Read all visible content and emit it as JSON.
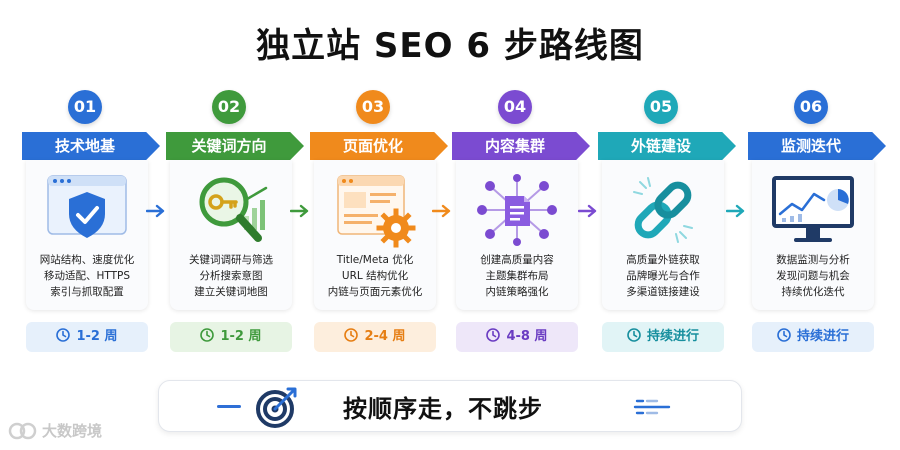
{
  "title": "独立站 SEO 6 步路线图",
  "steps": [
    {
      "num": "01",
      "name": "技术地基",
      "color": "#2a6fd6",
      "lines": [
        "网站结构、速度优化",
        "移动适配、HTTPS",
        "索引与抓取配置"
      ],
      "duration": "1-2 周",
      "dur_bg": "#e6f0fb",
      "dur_color": "#2a6fd6",
      "icon": "shield-check-icon"
    },
    {
      "num": "02",
      "name": "关键词方向",
      "color": "#3f9a3c",
      "lines": [
        "关键词调研与筛选",
        "分析搜索意图",
        "建立关键词地图"
      ],
      "duration": "1-2 周",
      "dur_bg": "#e7f4e4",
      "dur_color": "#3f9a3c",
      "icon": "key-magnifier-icon"
    },
    {
      "num": "03",
      "name": "页面优化",
      "color": "#f08a1c",
      "lines": [
        "Title/Meta 优化",
        "URL 结构优化",
        "内链与页面元素优化"
      ],
      "duration": "2-4 周",
      "dur_bg": "#fdeedd",
      "dur_color": "#e67e13",
      "icon": "page-gear-icon"
    },
    {
      "num": "04",
      "name": "内容集群",
      "color": "#7b4bd1",
      "lines": [
        "创建高质量内容",
        "主题集群布局",
        "内链策略强化"
      ],
      "duration": "4-8 周",
      "dur_bg": "#eee7f9",
      "dur_color": "#6a3cc2",
      "icon": "content-cluster-icon"
    },
    {
      "num": "05",
      "name": "外链建设",
      "color": "#1fa8b8",
      "lines": [
        "高质量外链获取",
        "品牌曝光与合作",
        "多渠道链接建设"
      ],
      "duration": "持续进行",
      "dur_bg": "#e1f4f6",
      "dur_color": "#178f9e",
      "icon": "chain-link-icon"
    },
    {
      "num": "06",
      "name": "监测迭代",
      "color": "#2a6fd6",
      "lines": [
        "数据监测与分析",
        "发现问题与机会",
        "持续优化迭代"
      ],
      "duration": "持续进行",
      "dur_bg": "#e6f0fb",
      "dur_color": "#2a6fd6",
      "icon": "monitor-chart-icon"
    }
  ],
  "footer": {
    "text": "按顺序走，不跳步",
    "icon": "target-arrow-icon"
  },
  "watermark": "大数跨境"
}
